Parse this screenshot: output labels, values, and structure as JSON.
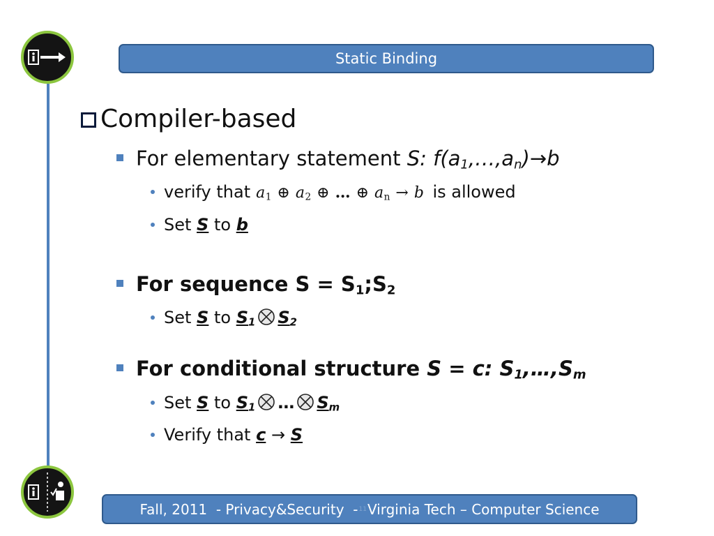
{
  "title": "Static Binding",
  "footer": {
    "text_left": "Fall, 2011  - Privacy&Security  -",
    "page_number": "11",
    "text_right": "Virginia Tech – Computer Science"
  },
  "bullets": {
    "level1": "Compiler-based",
    "elementary": {
      "lead": "For elementary statement ",
      "s": "S: ",
      "f": "f(a",
      "sub1": "1",
      "dots": ",…,a",
      "subn": "n",
      "close": ")",
      "arrow": "→",
      "b": "b",
      "verify_lead": "verify that",
      "formula": {
        "a": "a",
        "sub1": "1",
        "sub2": "2",
        "subn": "n",
        "oplus": "⊕",
        "ellipsis": "…",
        "arrow": "→",
        "b": "b"
      },
      "verify_tail": "is allowed",
      "set_lead": "Set ",
      "set_s": "S",
      "set_to": " to ",
      "set_b": "b"
    },
    "sequence": {
      "lead": "For sequence S = S",
      "sub1": "1",
      "sep": ";S",
      "sub2": "2",
      "set_lead": "Set ",
      "set_s": "S",
      "set_to": " to ",
      "s1": "S",
      "s1_sub": "1",
      "s2": "S",
      "s2_sub": "2"
    },
    "conditional": {
      "lead": "For conditional structure ",
      "expr": "S = c: S",
      "sub1": "1",
      "dots": ",…,S",
      "subm": "m",
      "set_lead": "Set ",
      "set_s": "S",
      "set_to": " to ",
      "s1": "S",
      "s1_sub": "1",
      "ellipsis": "…",
      "sm": "S",
      "sm_sub": "m",
      "verify_lead": "Verify that ",
      "c": "c",
      "arrow": "→",
      "s": "S"
    }
  },
  "colors": {
    "accent": "#4f81bd",
    "badge_ring": "#8cc63f"
  }
}
